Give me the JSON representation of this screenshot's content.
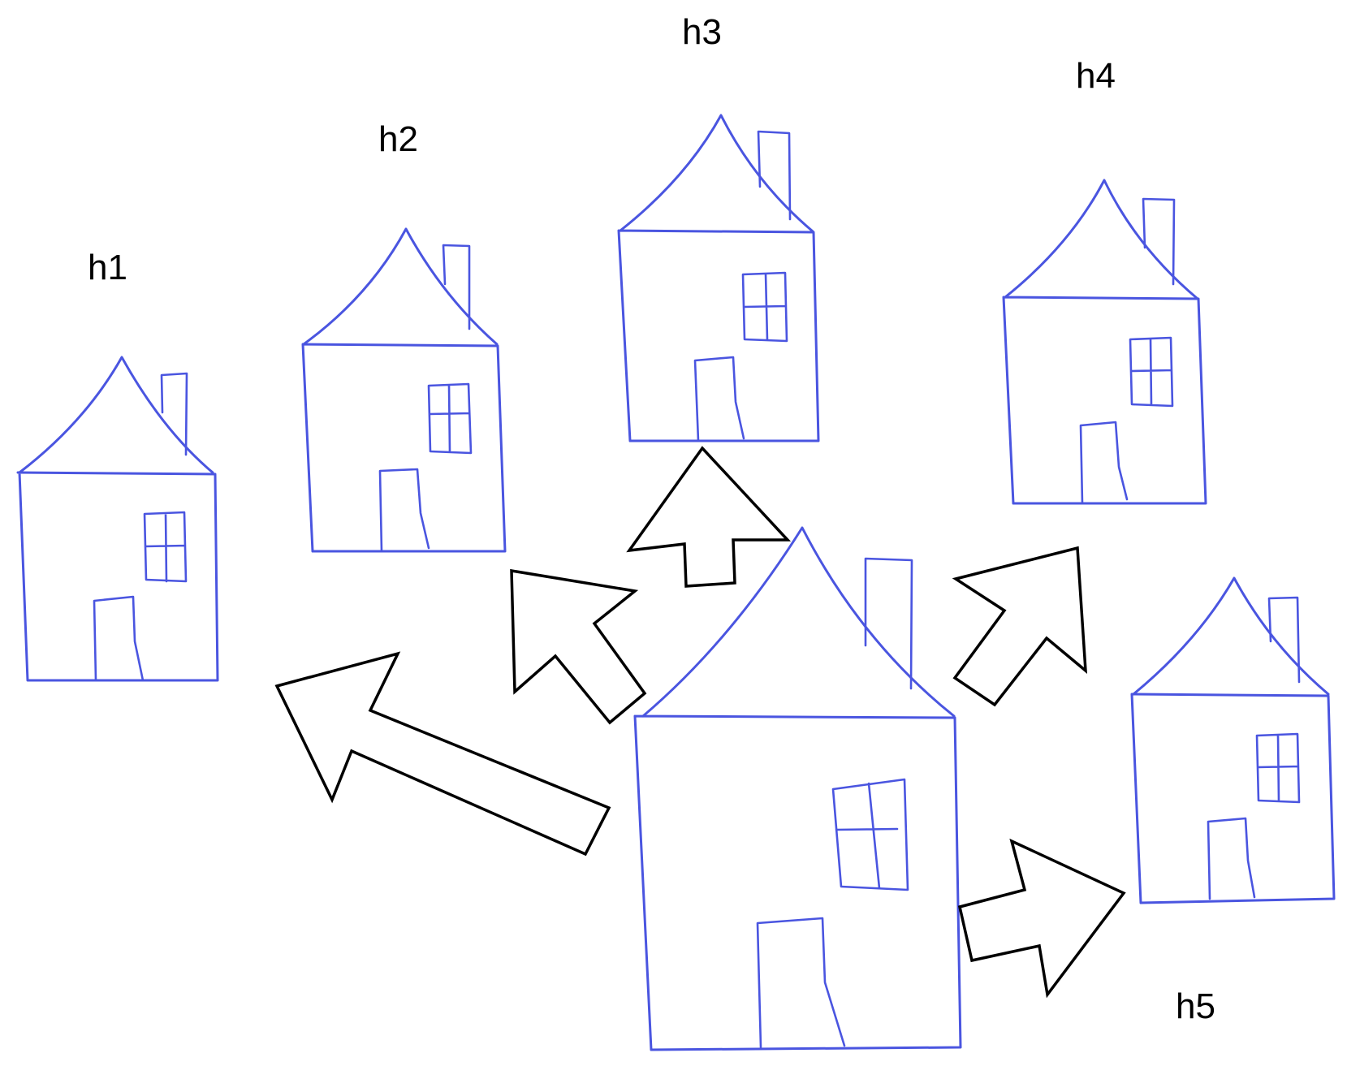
{
  "colors": {
    "house_stroke": "#4a55e0",
    "arrow_stroke": "#000000",
    "arrow_fill": "#ffffff",
    "background": "#ffffff"
  },
  "labels": {
    "h1": "h1",
    "h2": "h2",
    "h3": "h3",
    "h4": "h4",
    "h5": "h5"
  }
}
